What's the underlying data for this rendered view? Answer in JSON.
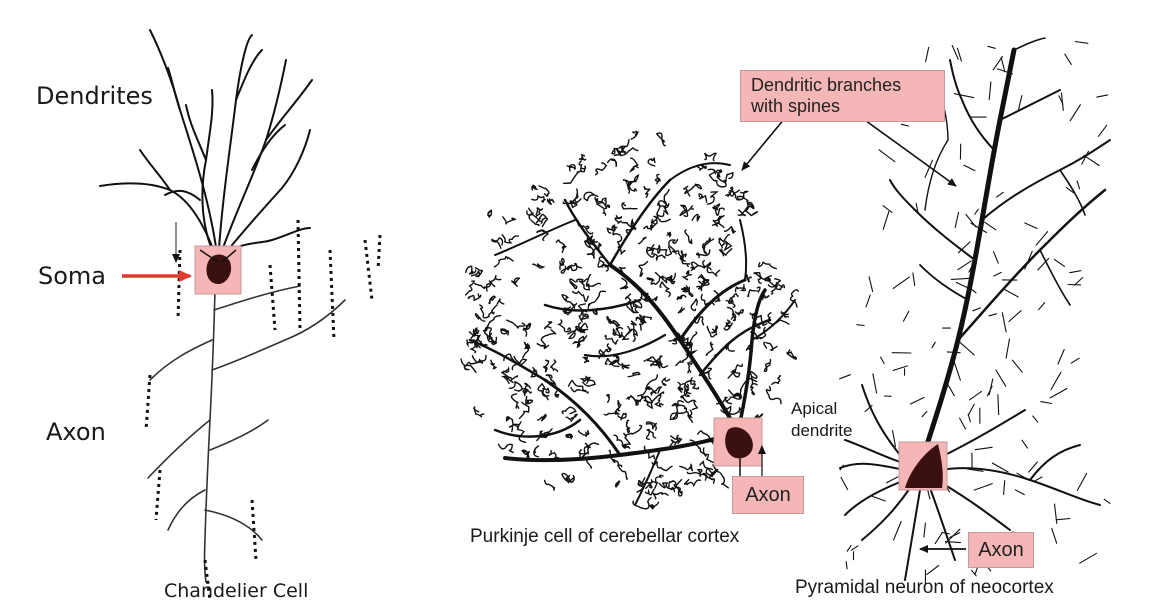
{
  "chandelier": {
    "dendrites_label": "Dendrites",
    "soma_label": "Soma",
    "axon_label": "Axon",
    "caption": "Chandelier Cell"
  },
  "purkinje": {
    "callout_line1": "Dendritic branches",
    "callout_line2": "with spines",
    "axon_label": "Axon",
    "caption": "Purkinje cell of cerebellar cortex"
  },
  "pyramidal": {
    "apical_line1": "Apical",
    "apical_line2": "dendrite",
    "axon_label": "Axon",
    "caption": "Pyramidal neuron of neocortex"
  },
  "colors": {
    "highlight": "#f4b6b6",
    "soma_arrow": "#e03a2f",
    "ink": "#111111"
  }
}
